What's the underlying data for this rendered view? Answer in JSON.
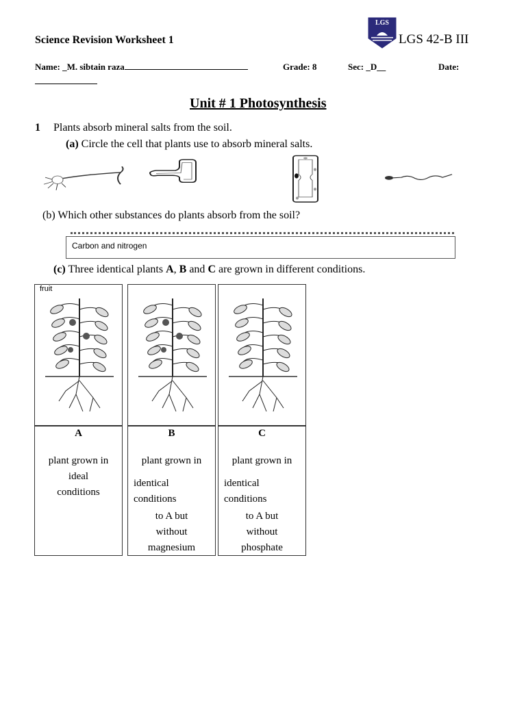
{
  "header": {
    "title": "Science Revision Worksheet 1",
    "school": "LGS 42-B III",
    "logo_text": "LGS",
    "name_label": "Name:",
    "name_value": "_M. sibtain raza",
    "grade": "Grade: 8",
    "sec": "Sec: _D__",
    "date_label": "Date:"
  },
  "unit_title": "Unit # 1 Photosynthesis",
  "question1": {
    "number": "1",
    "text": "Plants absorb mineral salts from the soil.",
    "a_label": "(a)",
    "a_text": "Circle the cell that plants use to absorb mineral salts.",
    "b_text": "(b) Which other substances do plants absorb from the soil?",
    "b_answer": "Carbon and nitrogen",
    "c_label": "(c)",
    "c_text_parts": [
      "Three identical plants ",
      "A",
      ", ",
      "B",
      " and ",
      "C",
      " are grown in different conditions."
    ],
    "fruit_label": "fruit",
    "plants": [
      {
        "letter": "A",
        "lines": [
          "plant grown in",
          "ideal",
          "conditions"
        ]
      },
      {
        "letter": "B",
        "lines": [
          "plant grown in",
          "identical",
          "conditions",
          "to A but",
          "without",
          "magnesium"
        ]
      },
      {
        "letter": "C",
        "lines": [
          "plant grown in",
          "identical",
          "conditions",
          "to A but",
          "without",
          "phosphate"
        ]
      }
    ]
  },
  "colors": {
    "logo": "#2b2a7a"
  }
}
